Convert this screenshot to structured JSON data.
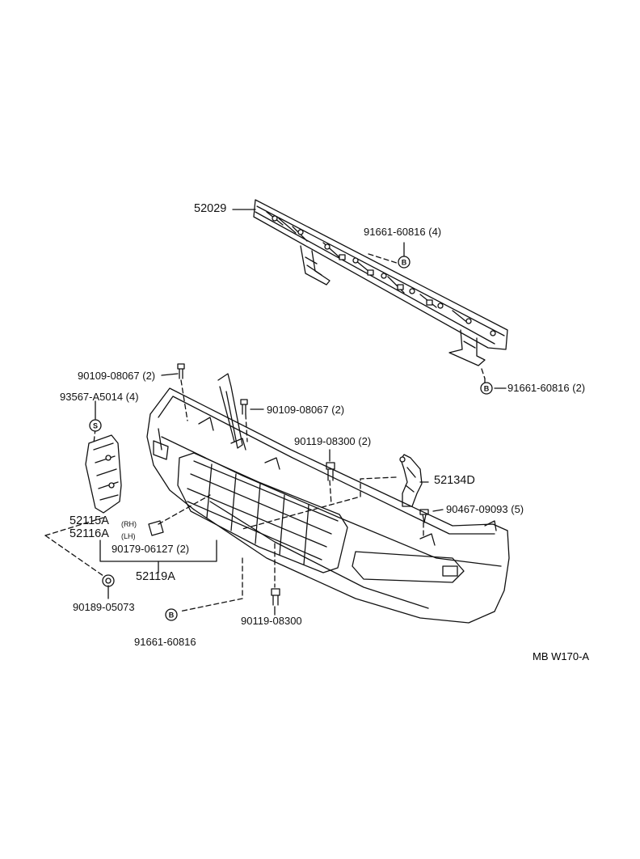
{
  "diagram": {
    "code": "MB W170-A",
    "symbols": {
      "b": "B",
      "s": "S"
    },
    "labels": {
      "p52029": "52029",
      "p91661_60816_4": "91661-60816 (4)",
      "p91661_60816_2": "91661-60816 (2)",
      "p90109_08067_2a": "90109-08067 (2)",
      "p93567_a5014_4": "93567-A5014 (4)",
      "p90109_08067_2b": "90109-08067 (2)",
      "p90119_08300_2": "90119-08300 (2)",
      "p52134d": "52134D",
      "p90467_09093_5": "90467-09093 (5)",
      "p52115a": "52115A",
      "p52115a_side": "(RH)",
      "p52116a": "52116A",
      "p52116a_side": "(LH)",
      "p90179_06127_2": "90179-06127 (2)",
      "p52119a": "52119A",
      "p90189_05073": "90189-05073",
      "p90119_08300": "90119-08300",
      "p91661_60816": "91661-60816"
    }
  }
}
